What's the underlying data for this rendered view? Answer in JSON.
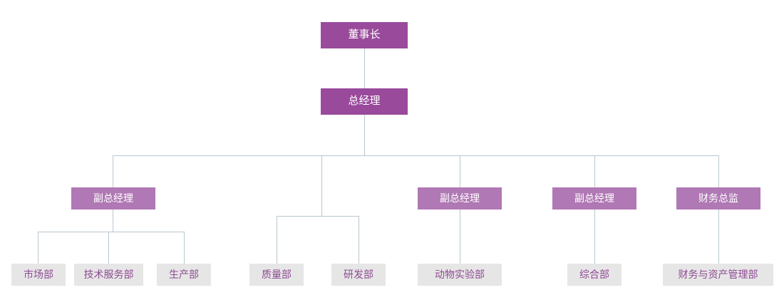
{
  "chart": {
    "type": "org-chart",
    "title": "",
    "colors": {
      "top_box_fill": "#994a9b",
      "top_box_text": "#ffffff",
      "mid_box_fill": "#b078b4",
      "mid_box_text": "#ffffff",
      "leaf_box_fill": "#e6e6e6",
      "leaf_box_text": "#8e4a92",
      "connector_line": "#b9c7cf",
      "background": "#ffffff"
    },
    "levels": {
      "level1": [
        {
          "id": "chairman",
          "label": "董事长"
        }
      ],
      "level2": [
        {
          "id": "general-manager",
          "label": "总经理"
        }
      ],
      "level3": [
        {
          "id": "deputy-gm-1",
          "label": "副总经理"
        },
        {
          "id": "deputy-gm-3",
          "label": "副总经理"
        },
        {
          "id": "deputy-gm-4",
          "label": "副总经理"
        },
        {
          "id": "cfo",
          "label": "财务总监"
        }
      ],
      "level4": [
        {
          "id": "marketing",
          "label": "市场部"
        },
        {
          "id": "tech-service",
          "label": "技术服务部"
        },
        {
          "id": "production",
          "label": "生产部"
        },
        {
          "id": "quality",
          "label": "质量部"
        },
        {
          "id": "rnd",
          "label": "研发部"
        },
        {
          "id": "animal-lab",
          "label": "动物实验部"
        },
        {
          "id": "general-affairs",
          "label": "综合部"
        },
        {
          "id": "finance-asset",
          "label": "财务与资产管理部"
        }
      ]
    }
  }
}
